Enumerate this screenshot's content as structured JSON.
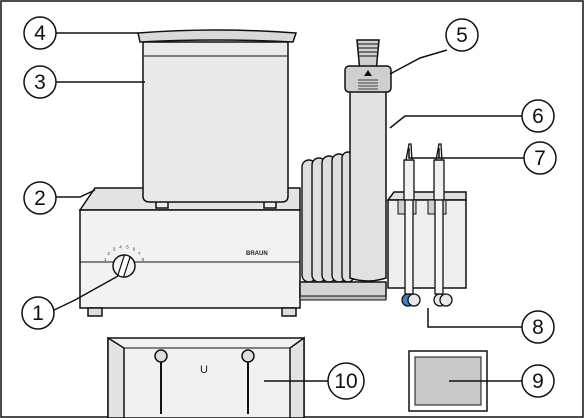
{
  "figure": {
    "brand_label": "BRAUN",
    "dial_scale": [
      "1",
      "2",
      "3",
      "4",
      "5",
      "6",
      "7",
      "8"
    ],
    "tray_mark": "U"
  },
  "callouts": [
    {
      "number": "1",
      "part": "intensity-dial"
    },
    {
      "number": "2",
      "part": "base-unit"
    },
    {
      "number": "3",
      "part": "water-reservoir"
    },
    {
      "number": "4",
      "part": "reservoir-lid"
    },
    {
      "number": "5",
      "part": "handle-switch"
    },
    {
      "number": "6",
      "part": "handle"
    },
    {
      "number": "7",
      "part": "jet-tips"
    },
    {
      "number": "8",
      "part": "tip-color-rings"
    },
    {
      "number": "9",
      "part": "cover-plate"
    },
    {
      "number": "10",
      "part": "storage-tray"
    }
  ],
  "colors": {
    "line": "#111111",
    "light_gray": "#e6e6e6",
    "mid_gray": "#d2d2d2",
    "panel_gray": "#c9c9c9",
    "ring_blue": "#3b82c4"
  }
}
